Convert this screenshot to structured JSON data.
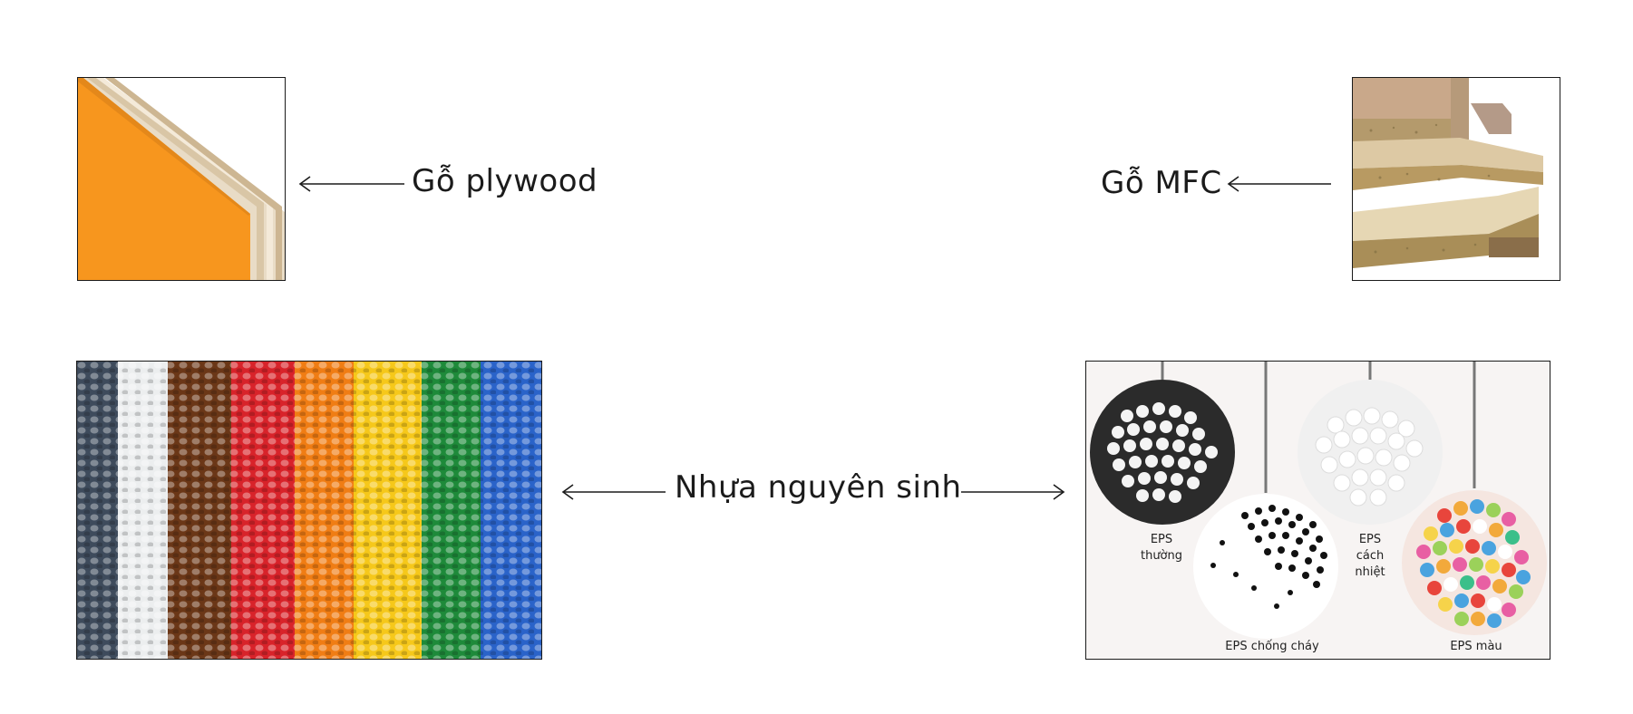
{
  "labels": {
    "plywood": "Gỗ plywood",
    "mfc": "Gỗ MFC",
    "plastic": "Nhựa nguyên sinh"
  },
  "eps": {
    "normal_line1": "EPS",
    "normal_line2": "thường",
    "fire": "EPS chống cháy",
    "insul_line1": "EPS",
    "insul_line2": "cách",
    "insul_line3": "nhiệt",
    "color": "EPS màu"
  },
  "colors": {
    "plywood_face": "#f7961e",
    "veneer": "#e9dcc6",
    "frame": "#1a1a1a"
  },
  "icons": {
    "plywood": "plywood-board-image",
    "mfc": "mfc-board-image",
    "pellets": "plastic-pellets-image",
    "eps": "eps-beads-image",
    "arrow": "arrow-icon"
  }
}
